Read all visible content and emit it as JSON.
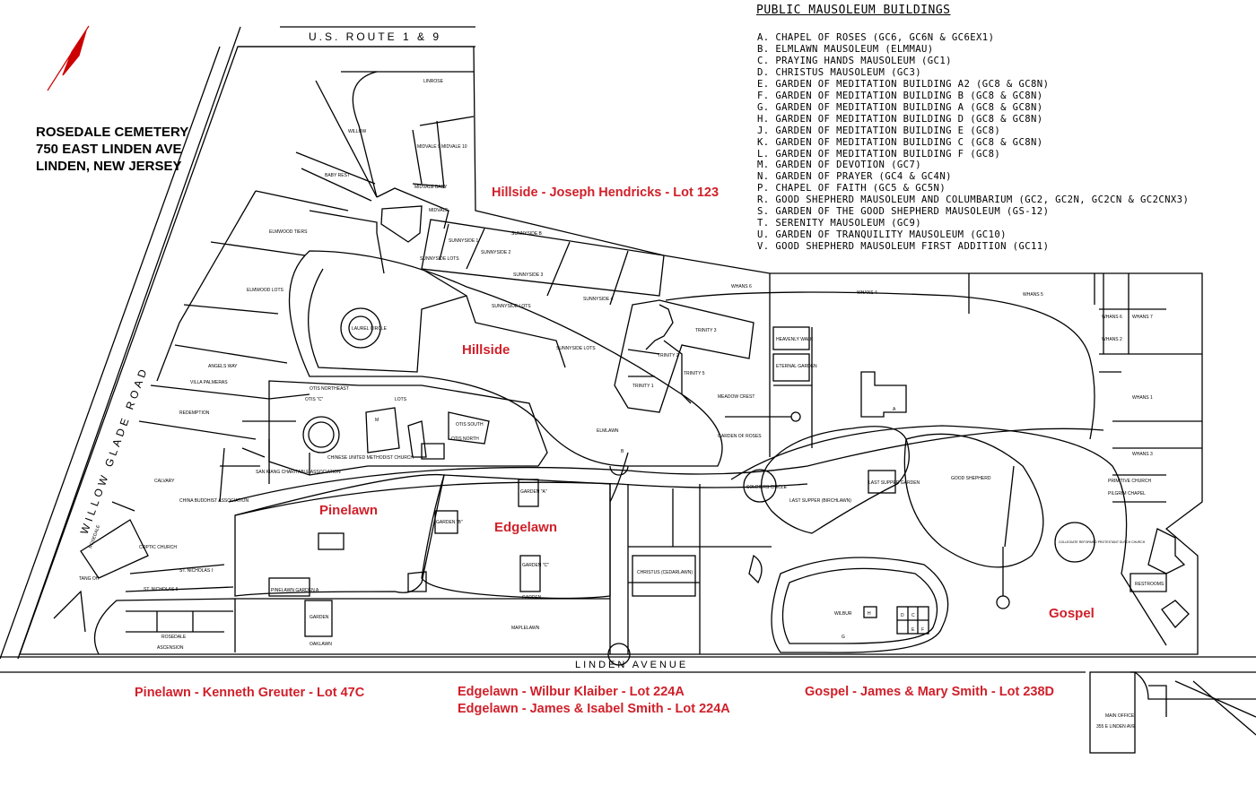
{
  "title": {
    "line1": "ROSEDALE CEMETERY",
    "line2": "750 EAST LINDEN AVE",
    "line3": "LINDEN, NEW JERSEY"
  },
  "roads": {
    "route": "U.S. ROUTE 1 & 9",
    "willow_glade": "WILLOW GLADE ROAD",
    "linden": "LINDEN AVENUE"
  },
  "legend": {
    "heading": "PUBLIC MAUSOLEUM BUILDINGS",
    "items": [
      "A. CHAPEL OF ROSES (GC6, GC6N & GC6EX1)",
      "B. ELMLAWN MAUSOLEUM (ELMMAU)",
      "C. PRAYING HANDS MAUSOLEUM (GC1)",
      "D. CHRISTUS MAUSOLEUM (GC3)",
      "E. GARDEN OF MEDITATION BUILDING A2 (GC8 & GC8N)",
      "F. GARDEN OF MEDITATION BUILDING B (GC8 & GC8N)",
      "G. GARDEN OF MEDITATION BUILDING A (GC8 & GC8N)",
      "H. GARDEN OF MEDITATION BUILDING D (GC8 & GC8N)",
      "J. GARDEN OF MEDITATION BUILDING E (GC8)",
      "K. GARDEN OF MEDITATION BUILDING C (GC8 & GC8N)",
      "L. GARDEN OF MEDITATION BUILDING F (GC8)",
      "M. GARDEN OF DEVOTION (GC7)",
      "N. GARDEN OF PRAYER (GC4 & GC4N)",
      "P. CHAPEL OF FAITH (GC5 & GC5N)",
      "R. GOOD SHEPHERD MAUSOLEUM AND COLUMBARIUM (GC2, GC2N, GC2CN & GC2CNX3)",
      "S. GARDEN OF THE GOOD SHEPHERD MAUSOLEUM (GS-12)",
      "T. SERENITY MAUSOLEUM (GC9)",
      "U. GARDEN OF TRANQUILITY MAUSOLEUM (GC10)",
      "V. GOOD SHEPHERD MAUSOLEUM FIRST ADDITION (GC11)"
    ]
  },
  "annotations": {
    "hillside_lot": "Hillside - Joseph Hendricks - Lot 123",
    "pinelawn_lot": "Pinelawn - Kenneth Greuter - Lot 47C",
    "edgelawn_lot1": "Edgelawn - Wilbur Klaiber - Lot 224A",
    "edgelawn_lot2": "Edgelawn - James & Isabel Smith - Lot 224A",
    "gospel_lot": "Gospel - James & Mary Smith - Lot 238D"
  },
  "sections_red": {
    "hillside": "Hillside",
    "pinelawn": "Pinelawn",
    "edgelawn": "Edgelawn",
    "gospel": "Gospel"
  },
  "plots": {
    "linrose": "LINROSE",
    "willow": "WILLOW",
    "midvale9": "MIDVALE 9",
    "midvale10": "MIDVALE 10",
    "baby_rest": "BABY REST",
    "midvale_baby": "MIDVALE BABY",
    "midvale": "MIDVALE",
    "elmwood_tiers": "ELMWOOD TIERS",
    "elmwood_lots": "ELMWOOD LOTS",
    "sunnyside_b": "SUNNYSIDE B",
    "sunnyside_lots": "SUNNYSIDE LOTS",
    "sunnyside_2": "SUNNYSIDE 2",
    "sunnyside_3": "SUNNYSIDE 3",
    "sunnyside_4": "SUNNYSIDE 4",
    "sunnyside_1": "SUNNYSIDE 1",
    "laurel_circle": "LAUREL CIRCLE",
    "angels_way": "ANGELS WAY",
    "villa_palmeras": "VILLA PALMERAS",
    "redemption": "REDEMPTION",
    "calvary": "CALVARY",
    "rosedale": "ROSEDALE",
    "coptic_church": "COPTIC CHURCH",
    "st_nicholas_1": "ST. NICHOLAS I",
    "st_nicholas_2": "ST. NICHOLAS II",
    "tang_oh": "TANG OH",
    "ascension": "ASCENSION",
    "oaklawn": "OAKLAWN",
    "maplelawn": "MAPLELAWN",
    "pinelawn_garden_a": "PINELAWN GARDEN A",
    "garden": "GARDEN",
    "garden_a": "GARDEN \"A\"",
    "garden_b": "GARDEN \"B\"",
    "garden_c": "GARDEN \"C\"",
    "elmlawn": "ELMLAWN",
    "otis_northeast": "OTIS NORTHEAST",
    "otis_c": "OTIS \"C\"",
    "lots": "LOTS",
    "otis_south": "OTIS SOUTH",
    "otis_north": "OTIS NORTH",
    "china_buddhist": "CHINA BUDDHIST ASSOCIATION",
    "san_kiang": "SAN KIANG CHARITABLE ASSOCIATION",
    "chinese_united": "CHINESE UNITED METHODIST CHURCH",
    "whans_6": "WHANS 6",
    "whans_4": "WHANS 4",
    "whans_5": "WHANS 5",
    "whans_6b": "WHANS 6",
    "whans_7": "WHANS 7",
    "whans_2": "WHANS 2",
    "whans_1": "WHANS 1",
    "whans_3": "WHANS 3",
    "trinity_3": "TRINITY 3",
    "trinity_2": "TRINITY 2",
    "trinity_1": "TRINITY 1",
    "trinity_5": "TRINITY 5",
    "heavenly_walk": "HEAVENLY WALK",
    "eternal_garden": "ETERNAL GARDEN",
    "meadow_crest": "MEADOW CREST",
    "garden_of_roses": "GARDEN OF ROSES",
    "soldiers_circle": "SOLDIERS CIRCLE",
    "last_supper": "LAST SUPPER (BIRCHLAWN)",
    "last_supper_garden": "LAST SUPPER GARDEN",
    "good_shepherd": "GOOD SHEPHERD",
    "christus": "CHRISTUS (CEDARLAWN)",
    "wilbur": "WILBUR",
    "primitive_church": "PRIMITIVE CHURCH",
    "pilgrim_chapel": "PILGRIM CHAPEL",
    "collegiate": "COLLEGIATE REFORMED PROTESTANT DUTCH CHURCH",
    "restrooms": "RESTROOMS",
    "main_office": "MAIN OFFICE",
    "main_office_addr": "355 E LINDEN AVE",
    "bldg_a": "A",
    "bldg_b": "B",
    "bldg_c": "C",
    "bldg_d": "D",
    "bldg_e": "E",
    "bldg_f": "F",
    "bldg_g": "G",
    "bldg_h": "H",
    "bldg_m": "M"
  }
}
